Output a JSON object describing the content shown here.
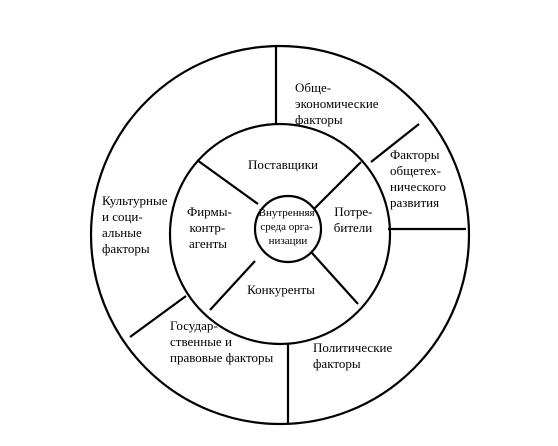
{
  "core": {
    "lines": [
      "Внутренняя",
      "среда орга-",
      "низации"
    ]
  },
  "inner_ring": {
    "suppliers": [
      "Поставщики"
    ],
    "consumers": [
      "Потре-",
      "бители"
    ],
    "competitors": [
      "Конкуренты"
    ],
    "contractors": [
      "Фирмы-",
      "контр-",
      "агенты"
    ]
  },
  "outer_ring": {
    "socio_economic": [
      "Обще-",
      "экономические",
      "факторы"
    ],
    "scientific_technical": [
      "Факторы",
      "общетех-",
      "нического",
      "развития"
    ],
    "political": [
      "Политические",
      "факторы"
    ],
    "state_legal": [
      "Государ-",
      "ственные и",
      "правовые факторы"
    ],
    "cultural_social": [
      "Культурные",
      "и соци-",
      "альные",
      "факторы"
    ]
  }
}
